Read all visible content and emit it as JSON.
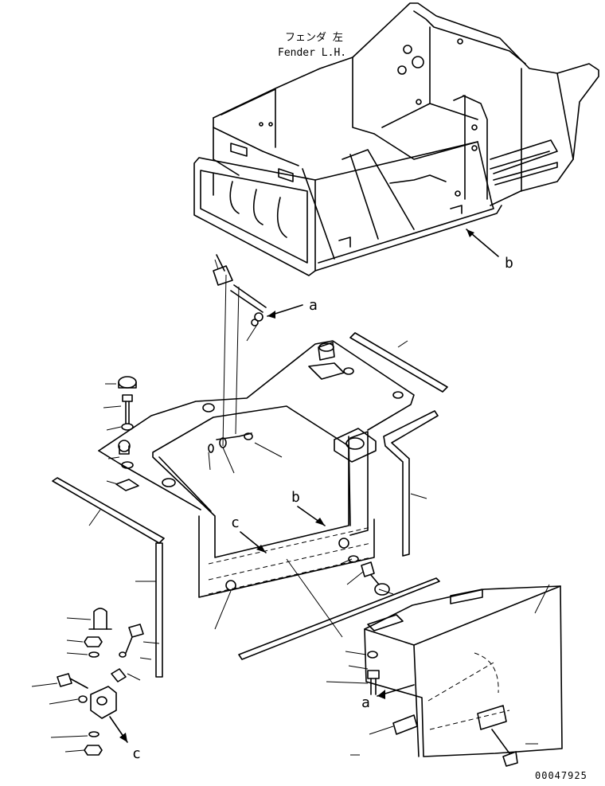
{
  "title_jp": "フェンダ 左",
  "title_en": "Fender L.H.",
  "labels": {
    "a_top": "a",
    "b_right": "b",
    "b_mid": "b",
    "c_mid": "c",
    "c_bottom": "c",
    "a_bottom": "a"
  },
  "drawing_number": "00047925"
}
